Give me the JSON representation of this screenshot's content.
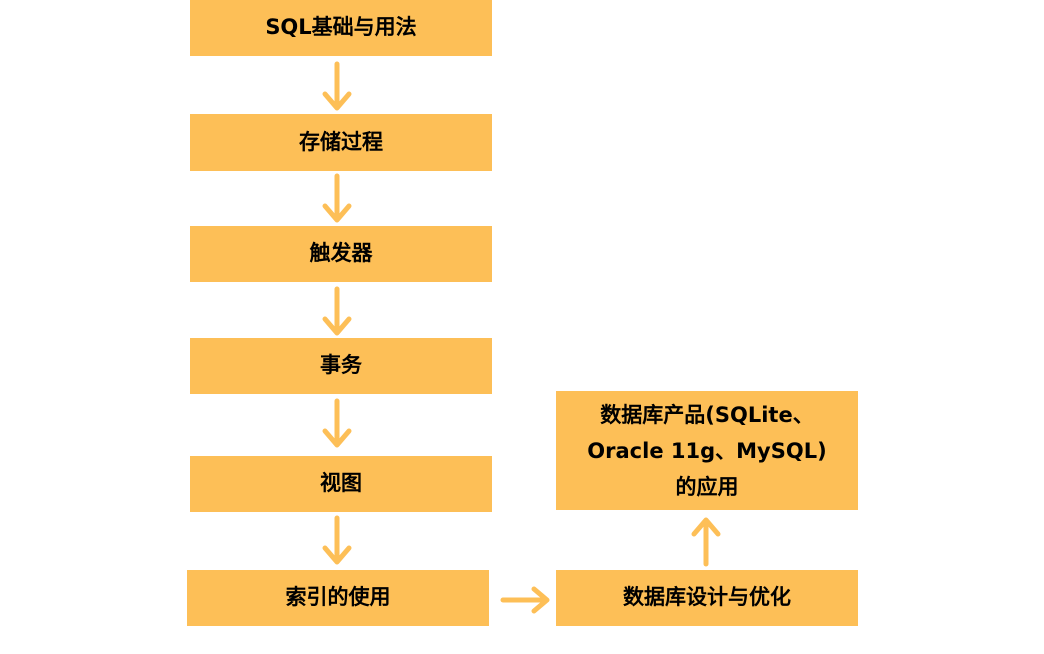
{
  "flow": {
    "steps": [
      {
        "label": "SQL基础与用法"
      },
      {
        "label": "存储过程"
      },
      {
        "label": "触发器"
      },
      {
        "label": "事务"
      },
      {
        "label": "视图"
      },
      {
        "label": "索引的使用"
      }
    ],
    "design_label": "数据库设计与优化",
    "products_label": "数据库产品(SQLite、\nOracle 11g、MySQL)\n的应用"
  },
  "colors": {
    "box_fill": "#FDBF57",
    "arrow": "#FDBF57"
  }
}
